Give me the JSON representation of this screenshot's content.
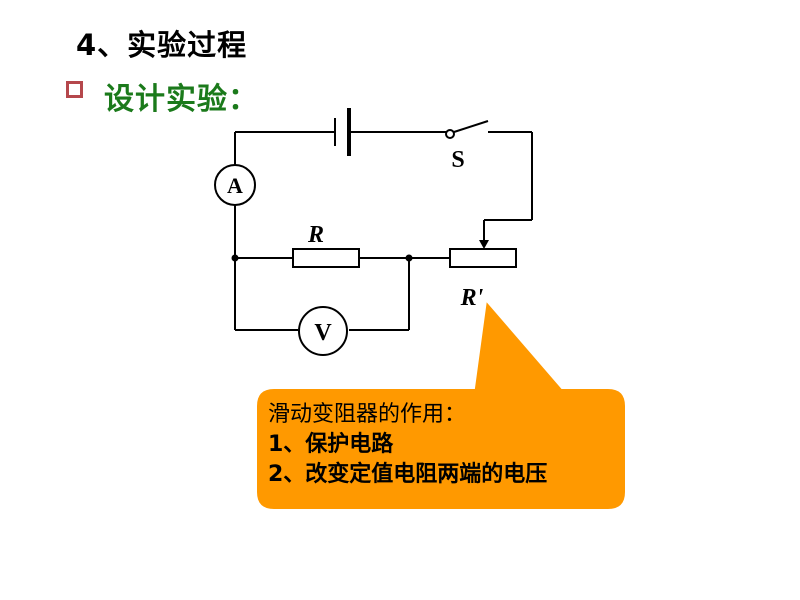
{
  "heading": "4、实验过程",
  "subheading": "设计实验：",
  "colors": {
    "bullet_border": "#b5474c",
    "subheading": "#1b7a1b",
    "callout_fill": "#ff9900",
    "wire": "#000000"
  },
  "circuit": {
    "ammeter_label": "A",
    "voltmeter_label": "V",
    "switch_label": "S",
    "resistor_label": "R",
    "rheostat_label": "R'"
  },
  "callout": {
    "line1": "滑动变阻器的作用：",
    "line2": "1、保护电路",
    "line3": "2、改变定值电阻两端的电压"
  }
}
